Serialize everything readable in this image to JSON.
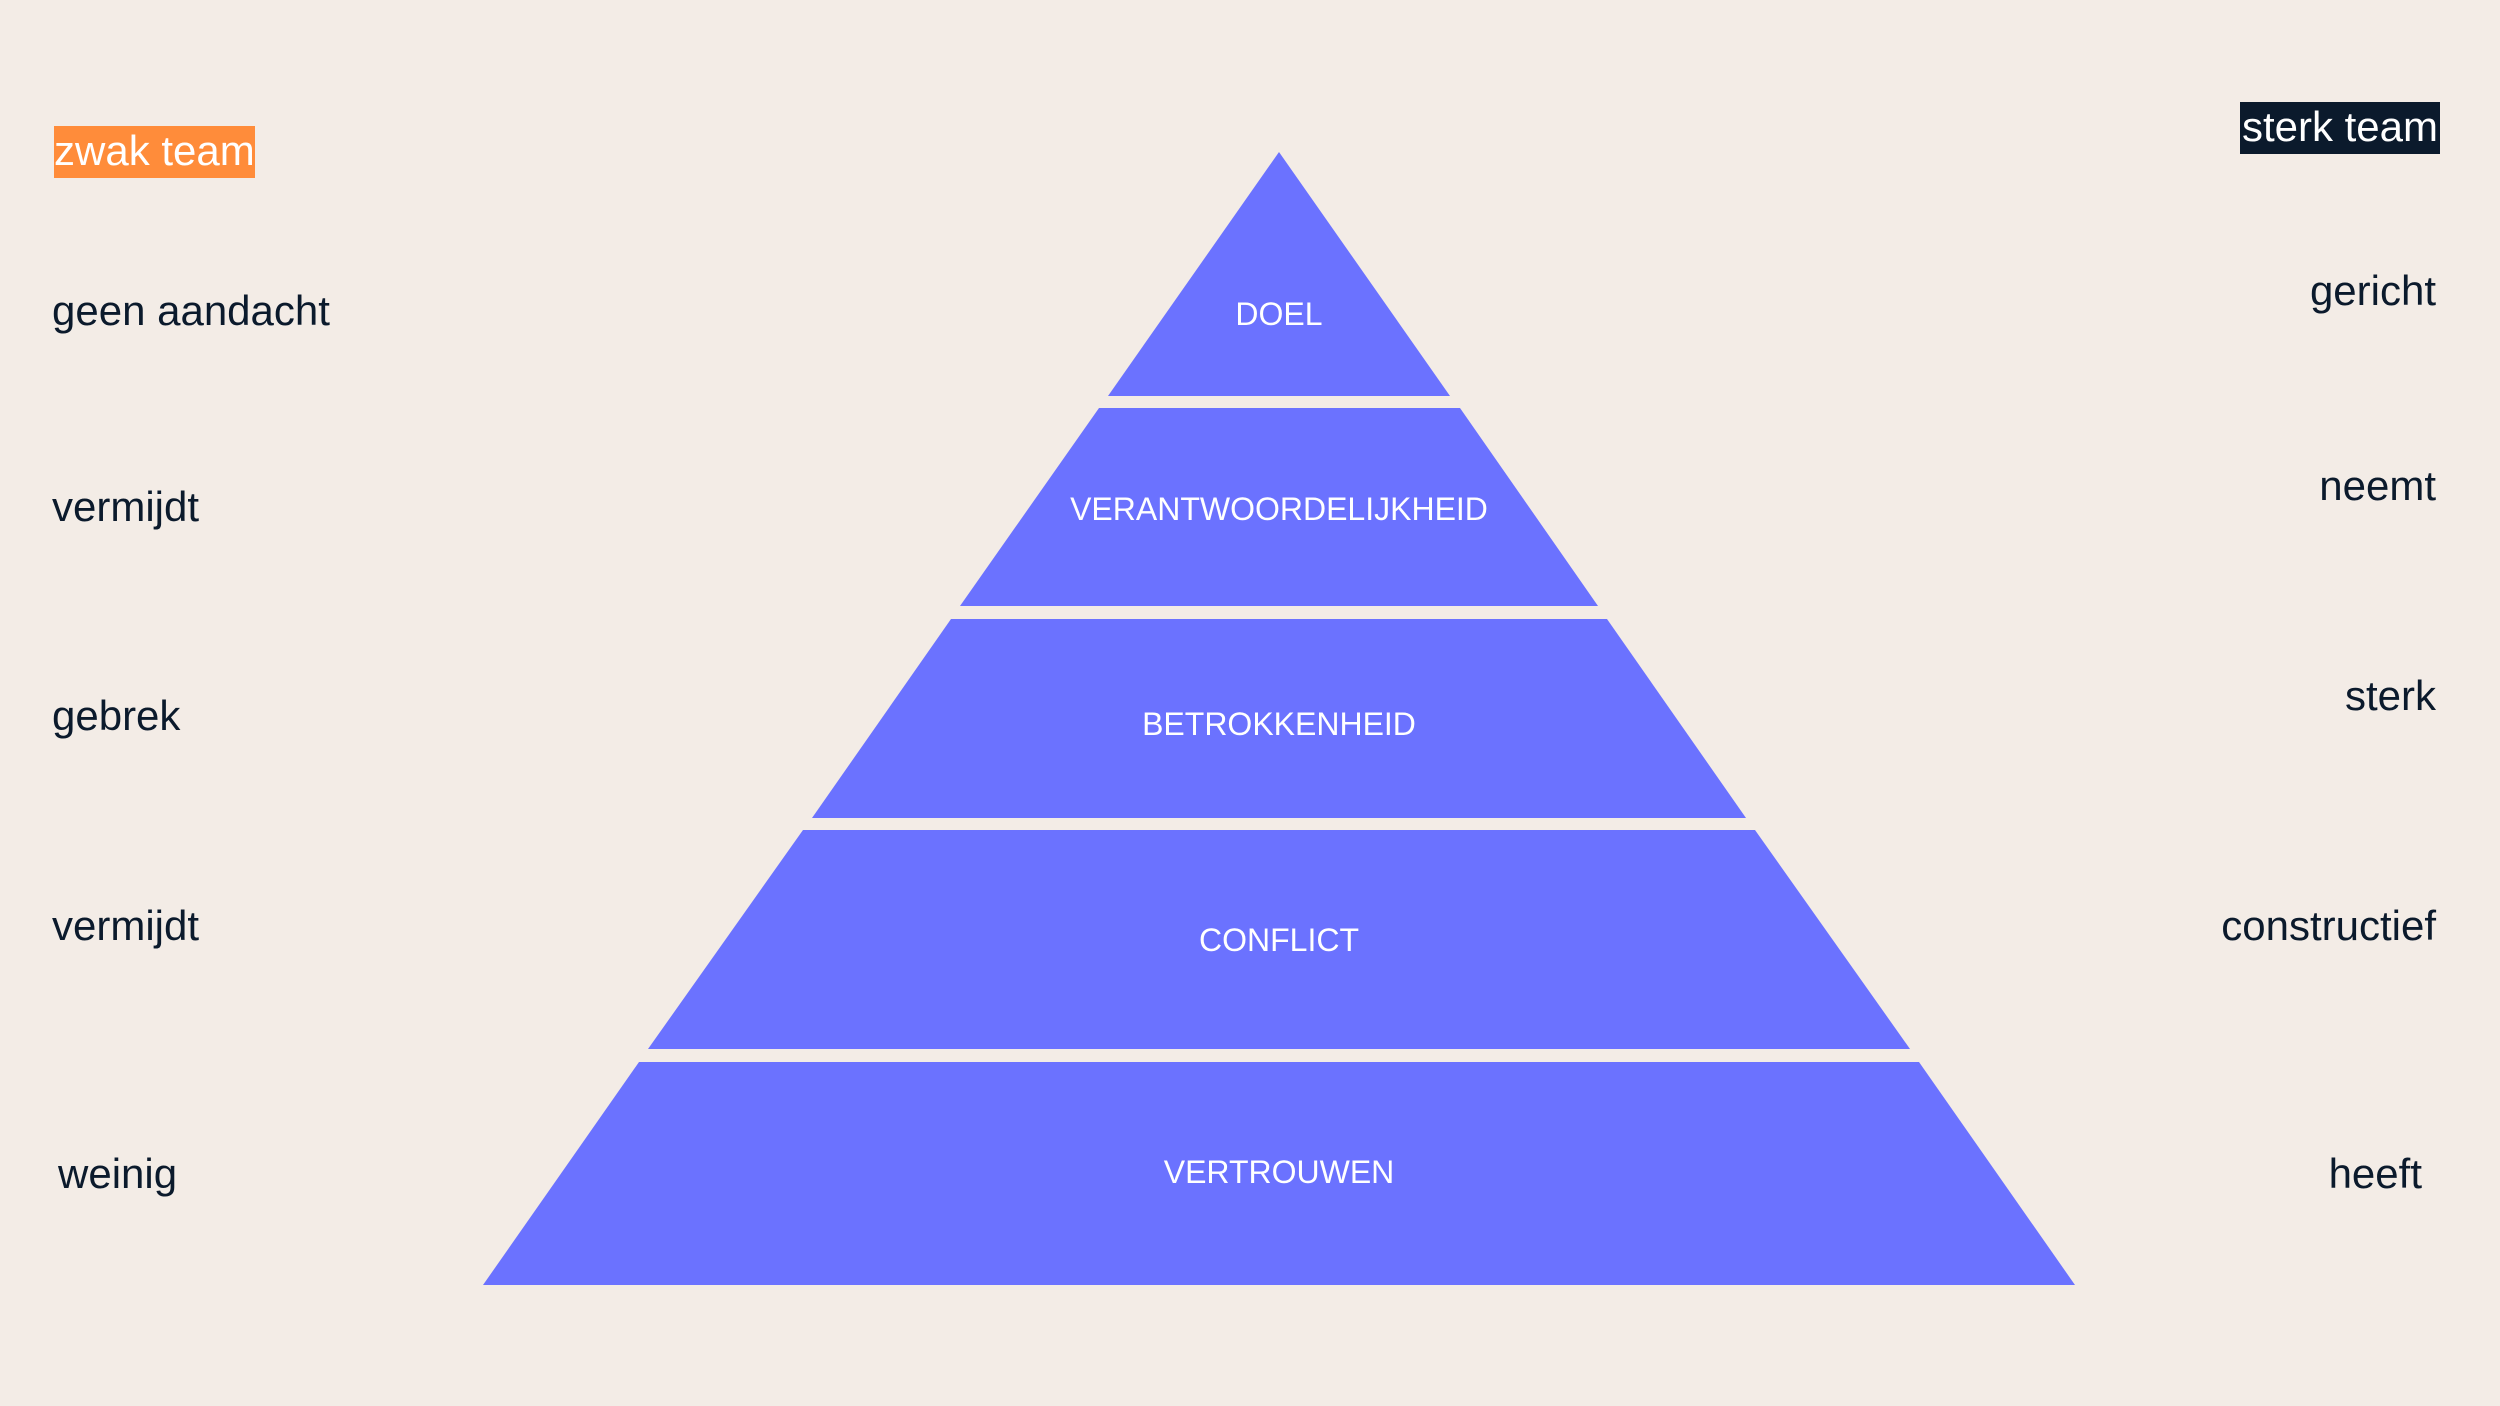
{
  "header": {
    "left_badge": "zwak team",
    "right_badge": "sterk team"
  },
  "colors": {
    "background": "#f3ece6",
    "tier_fill": "#6b72ff",
    "left_badge_bg": "#ff8c3a",
    "right_badge_bg": "#0b1a2c",
    "text": "#0b1a2c"
  },
  "pyramid": {
    "tiers": [
      {
        "label": "DOEL"
      },
      {
        "label": "VERANTWOORDELIJKHEID"
      },
      {
        "label": "BETROKKENHEID"
      },
      {
        "label": "CONFLICT"
      },
      {
        "label": "VERTROUWEN"
      }
    ]
  },
  "left_labels": [
    "geen aandacht",
    "vermijdt",
    "gebrek",
    "vermijdt",
    "weinig"
  ],
  "right_labels": [
    "gericht",
    "neemt",
    "sterk",
    "constructief",
    "heeft"
  ]
}
